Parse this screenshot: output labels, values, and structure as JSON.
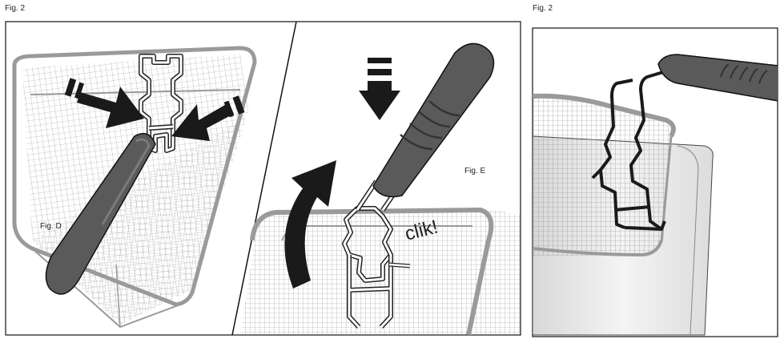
{
  "captions": {
    "left": "Fig. 2",
    "right": "Fig. 2"
  },
  "labels": {
    "fig_d": "Fig. D",
    "fig_e": "Fig. E",
    "clik": "clik!"
  },
  "colors": {
    "mesh": "#888888",
    "rim": "#9a9a9a",
    "handle": "#555555",
    "outline": "#111111"
  }
}
